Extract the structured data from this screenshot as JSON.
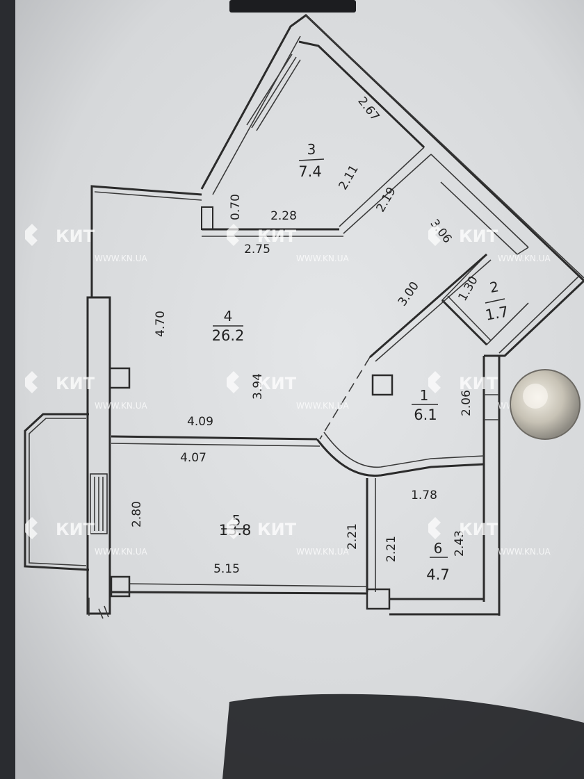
{
  "watermark": {
    "brand": "КИТ",
    "url": "WWW.KN.UA"
  },
  "rooms": [
    {
      "id": "room-3",
      "number": "3",
      "area": "7.4"
    },
    {
      "id": "room-4",
      "number": "4",
      "area": "26.2"
    },
    {
      "id": "room-2",
      "number": "2",
      "area": "1.7"
    },
    {
      "id": "room-1",
      "number": "1",
      "area": "6.1"
    },
    {
      "id": "room-5",
      "number": "5",
      "area": "13.8"
    },
    {
      "id": "room-6",
      "number": "6",
      "area": "4.7"
    }
  ],
  "dimensions": [
    "2.67",
    "2.11",
    "2.19",
    "0.70",
    "2.28",
    "2.75",
    "3.06",
    "3.00",
    "1.30",
    "4.70",
    "3.94",
    "4.09",
    "4.07",
    "2.06",
    "2.80",
    "2.21",
    "1.78",
    "2.21",
    "2.43",
    "5.15"
  ],
  "colors": {
    "paper": "#d9dbdd",
    "ink": "#2b2b2b",
    "background": "#2a2c30"
  }
}
